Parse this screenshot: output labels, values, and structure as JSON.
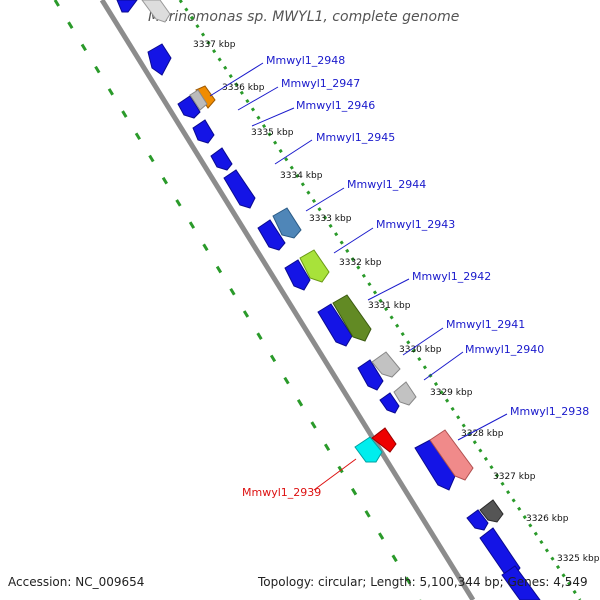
{
  "header": {
    "title": "Marinomonas sp. MWYL1, complete genome"
  },
  "footer": {
    "accession": "Accession: NC_009654",
    "summary": "Topology: circular; Length: 5,100,344 bp; Genes: 4,549"
  },
  "colors": {
    "backbone": "#8c8c8c",
    "ruler": "#2a9a2a",
    "forward_label": "#1a1acc",
    "reverse_label": "#dd1111",
    "default_gene": "#1414e6"
  },
  "tick_labels": [
    "3337 kbp",
    "3336 kbp",
    "3335 kbp",
    "3334 kbp",
    "3333 kbp",
    "3332 kbp",
    "3331 kbp",
    "3330 kbp",
    "3329 kbp",
    "3328 kbp",
    "3327 kbp",
    "3326 kbp",
    "3325 kbp"
  ],
  "genes": [
    {
      "id": "Mmwyl1_2948",
      "color": "#f08c00",
      "labeled": true
    },
    {
      "id": "Mmwyl1_2947",
      "color": "#bbbbbb",
      "labeled": true
    },
    {
      "id": "Mmwyl1_2946",
      "color": "#1414e6",
      "labeled": true
    },
    {
      "id": "Mmwyl1_2945",
      "color": "#1414e6",
      "labeled": true
    },
    {
      "id": "Mmwyl1_2944",
      "color": "#4f86b8",
      "labeled": true
    },
    {
      "id": "Mmwyl1_2943",
      "color": "#a8e23a",
      "labeled": true
    },
    {
      "id": "Mmwyl1_2942",
      "color": "#628a24",
      "labeled": true
    },
    {
      "id": "Mmwyl1_2941",
      "color": "#c2c2c2",
      "labeled": true
    },
    {
      "id": "Mmwyl1_2940",
      "color": "#c2c2c2",
      "labeled": true
    },
    {
      "id": "Mmwyl1_2938",
      "color": "#f08a8a",
      "labeled": true
    },
    {
      "id": "Mmwyl1_2939",
      "color": "#ee0000",
      "labeled": true
    },
    {
      "id": "",
      "color": "#1414e6",
      "labeled": false
    },
    {
      "id": "",
      "color": "#1414e6",
      "labeled": false
    },
    {
      "id": "",
      "color": "#1414e6",
      "labeled": false
    },
    {
      "id": "",
      "color": "#1414e6",
      "labeled": false
    },
    {
      "id": "",
      "color": "#1414e6",
      "labeled": false
    },
    {
      "id": "",
      "color": "#1414e6",
      "labeled": false
    },
    {
      "id": "",
      "color": "#1414e6",
      "labeled": false
    },
    {
      "id": "",
      "color": "#1414e6",
      "labeled": false
    },
    {
      "id": "",
      "color": "#1414e6",
      "labeled": false
    },
    {
      "id": "",
      "color": "#1414e6",
      "labeled": false
    },
    {
      "id": "",
      "color": "#1414e6",
      "labeled": false
    },
    {
      "id": "",
      "color": "#1414e6",
      "labeled": false
    },
    {
      "id": "",
      "color": "#1414e6",
      "labeled": false
    },
    {
      "id": "",
      "color": "#1414e6",
      "labeled": false
    },
    {
      "id": "",
      "color": "#1414e6",
      "labeled": false
    },
    {
      "id": "",
      "color": "#dddddd",
      "labeled": false
    },
    {
      "id": "",
      "color": "#00eeee",
      "labeled": false
    },
    {
      "id": "",
      "color": "#555555",
      "labeled": false
    }
  ]
}
